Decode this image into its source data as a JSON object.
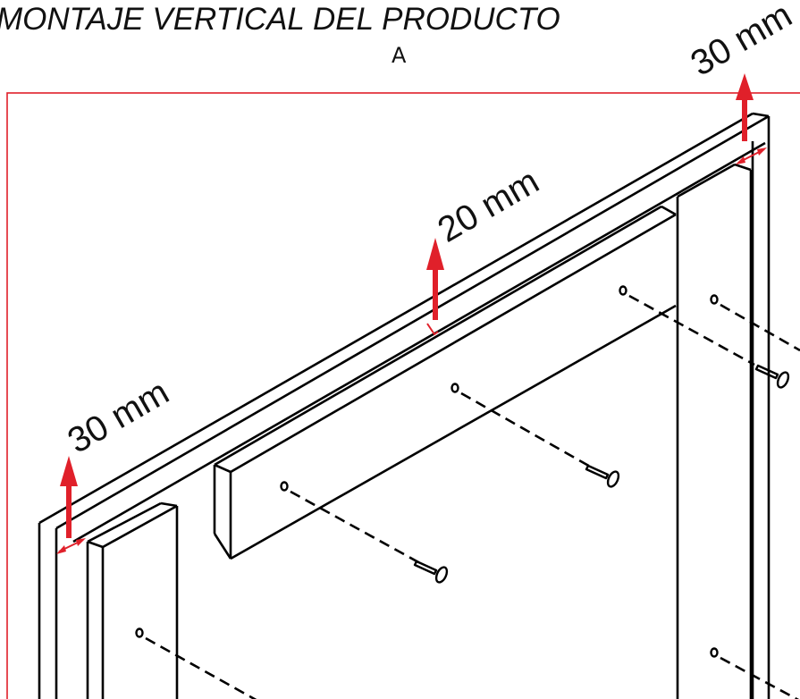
{
  "title": "MONTAJE VERTICAL DEL PRODUCTO",
  "detail_label": "A",
  "dimensions": {
    "top_right": "30 mm",
    "center": "20 mm",
    "left": "30 mm"
  },
  "colors": {
    "frame": "#e0202a",
    "arrow": "#e0202a",
    "line": "#000000"
  }
}
